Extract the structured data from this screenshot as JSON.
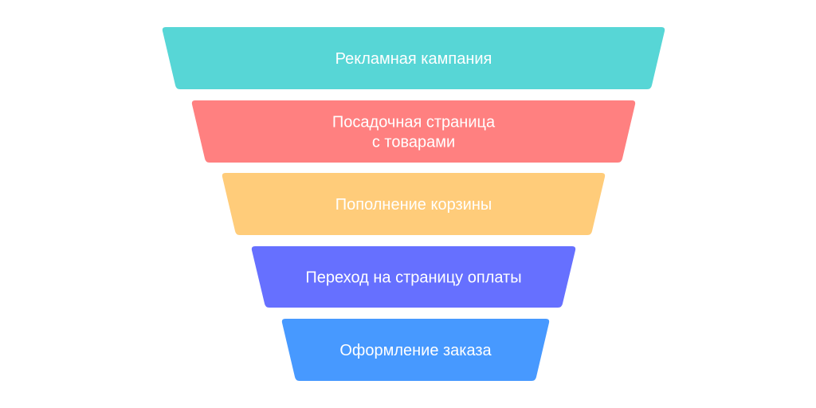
{
  "funnel": {
    "stages": [
      {
        "lines": [
          "Рекламная кампания"
        ],
        "color": "#57D6D6"
      },
      {
        "lines": [
          "Посадочная страница",
          "с товарами"
        ],
        "color": "#FF8080"
      },
      {
        "lines": [
          "Пополнение корзины"
        ],
        "color": "#FFCC7A"
      },
      {
        "lines": [
          "Переход на страницу оплаты"
        ],
        "color": "#6670FF"
      },
      {
        "lines": [
          "Оформление заказа"
        ],
        "color": "#4799FF"
      }
    ]
  }
}
